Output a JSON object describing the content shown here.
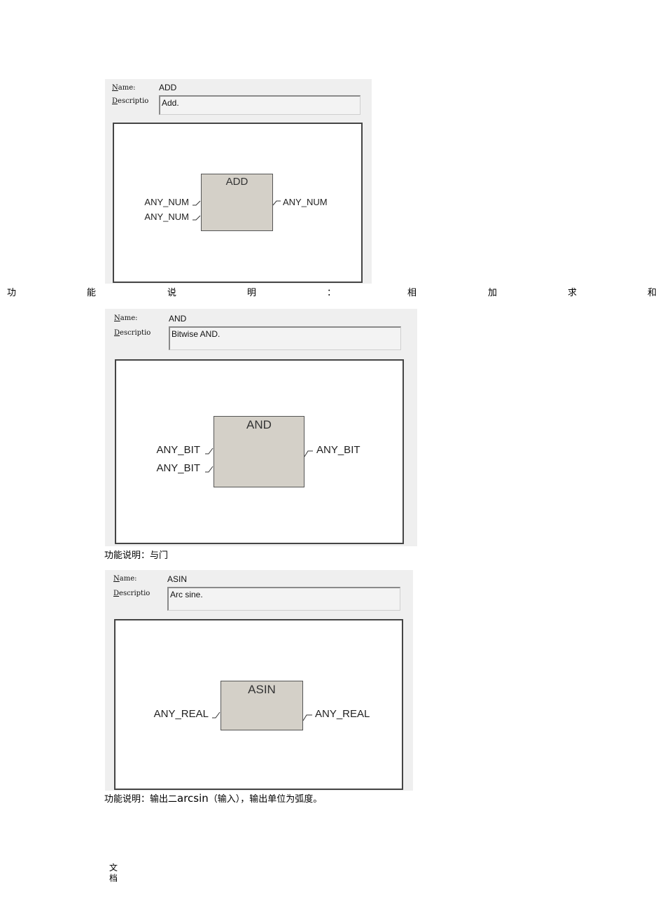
{
  "blocks": [
    {
      "name_label": "Name:",
      "desc_label": "Descriptio",
      "name": "ADD",
      "description": "Add.",
      "block_title": "ADD",
      "inputs": [
        "ANY_NUM",
        "ANY_NUM"
      ],
      "output": "ANY_NUM"
    },
    {
      "name_label": "Name:",
      "desc_label": "Descriptio",
      "name": "AND",
      "description": "Bitwise AND.",
      "block_title": "AND",
      "inputs": [
        "ANY_BIT",
        "ANY_BIT"
      ],
      "output": "ANY_BIT"
    },
    {
      "name_label": "Name:",
      "desc_label": "Descriptio",
      "name": "ASIN",
      "description": "Arc sine.",
      "block_title": "ASIN",
      "inputs": [
        "ANY_REAL"
      ],
      "output": "ANY_REAL"
    }
  ],
  "captions": {
    "add_chars": [
      "功",
      "能",
      "说",
      "明",
      "：",
      "相",
      "加",
      "求",
      "和"
    ],
    "and": "功能说明：与门",
    "asin_prefix": "功能说明：输出二",
    "asin_latin": "arcsin",
    "asin_suffix": "（输入），输出单位为弧度。"
  },
  "footer": {
    "line1": "文",
    "line2": "档"
  }
}
